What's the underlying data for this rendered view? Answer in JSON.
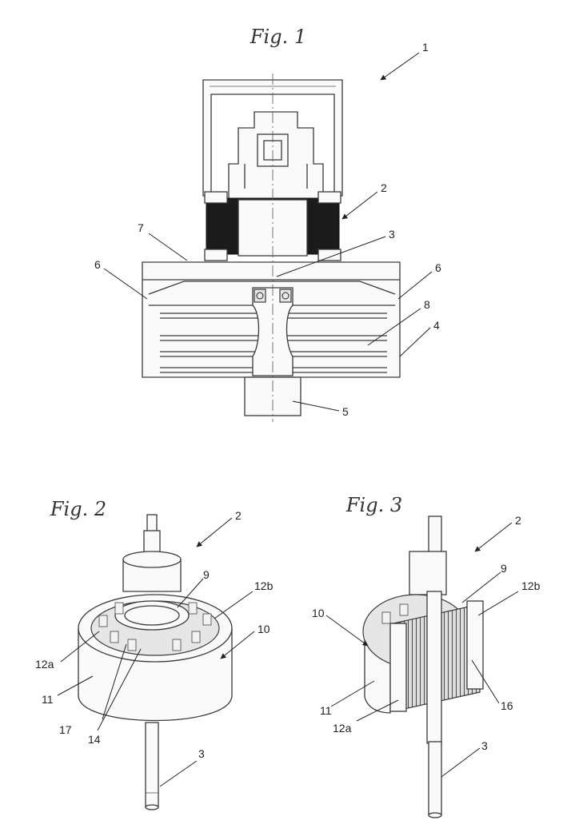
{
  "figures": {
    "fig1": {
      "title": "Fig. 1"
    },
    "fig2": {
      "title": "Fig. 2"
    },
    "fig3": {
      "title": "Fig. 3"
    }
  },
  "labels": {
    "fig1": [
      "1",
      "2",
      "3",
      "7",
      "6",
      "6",
      "8",
      "4",
      "5"
    ],
    "fig2": [
      "2",
      "9",
      "12b",
      "10",
      "12a",
      "11",
      "17",
      "14",
      "3"
    ],
    "fig3": [
      "2",
      "9",
      "12b",
      "10",
      "11",
      "12a",
      "16",
      "3"
    ]
  },
  "colors": {
    "line": "#3a3a3a",
    "magnet": "#1b1b1b",
    "background": "#ffffff"
  }
}
